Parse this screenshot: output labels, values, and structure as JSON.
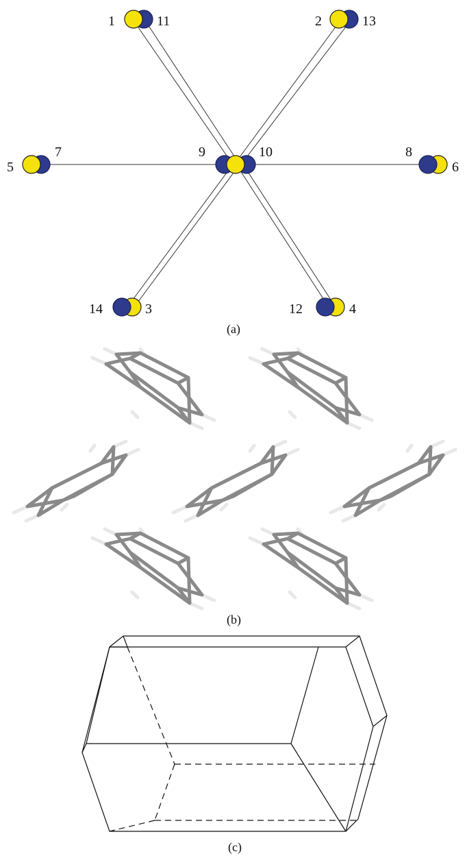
{
  "colors": {
    "site_a": "#f5e20a",
    "site_b": "#2e3a8c",
    "molecule_carbon": "#8a8a8a",
    "molecule_hydrogen": "#e8e8e8"
  },
  "panel_a": {
    "caption": "(a)",
    "labels": [
      "1",
      "11",
      "2",
      "13",
      "5",
      "7",
      "9",
      "10",
      "8",
      "6",
      "14",
      "3",
      "12",
      "4"
    ]
  },
  "panel_b": {
    "caption": "(b)",
    "molecule_count": 7
  },
  "panel_c": {
    "caption": "(c)"
  }
}
